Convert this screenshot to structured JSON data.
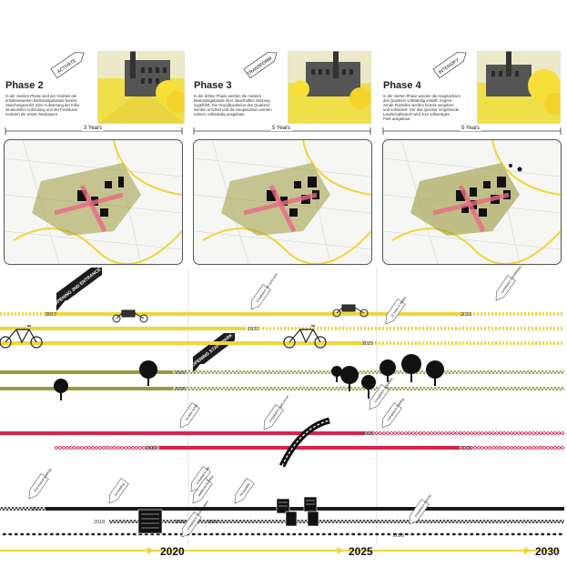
{
  "phases": [
    {
      "title": "Phase 2",
      "tag": "ACTIVATE",
      "duration": "3 Years",
      "desc": [
        "In der zweiten Phase wird der Großteil der",
        "erhaltenswerten Bestandsgebäude bereits",
        "zwischengenutzt. Eine Aufwertung der Infra-",
        "strukturellen Anbindung und der Freiräume",
        "motiviert die ersten Neubauten."
      ]
    },
    {
      "title": "Phase 3",
      "tag": "TRANSFORM",
      "duration": "5 Years",
      "desc": [
        "In der dritten Phase werden die meisten",
        "Bestandsgebäude ihrer dauerhaften Nutzung",
        "zugeführt. Die Grundbausteine des Quartiers",
        "werden errichtet und die Hauptachsen werden",
        "nahezu vollständig ausgebaut."
      ]
    },
    {
      "title": "Phase 4",
      "tag": "INTENSIFY",
      "duration": "5 Years",
      "desc": [
        "In der vierten Phase werden die Hauptachsen",
        "des Quartiers vollständig erstellt. Angren-",
        "zende Parzellen werden bereits vergeben",
        "und entwickelt. Der das Quartier umgebende",
        "Landschaftsraum wird zum vollwertigen",
        "Park ausgebaut."
      ]
    }
  ],
  "timeline": {
    "years_axis": [
      "2020",
      "2025",
      "2030"
    ],
    "markers": [
      {
        "id": "m-opening-2nd",
        "text": "OPENING 2ND ENTRANCE"
      },
      {
        "id": "m-opening-staff",
        "text": "OPENING STAFF PARK"
      }
    ],
    "year_labels": [
      "2017",
      "2022",
      "2025",
      "2028",
      "2020",
      "2020",
      "2019",
      "2025",
      "2028",
      "2017",
      "2018",
      "2020",
      "2021",
      "2025",
      "2026"
    ],
    "flags": [
      "Completion 1st cycle lane",
      "completion 2nd bikeway",
      "12 years 4 stages",
      "Completion rapid circuit",
      "Completion sidewalks",
      "1st bike rental",
      "Completion building",
      "Completion site",
      "Completion intercity",
      "first shared buildings",
      "1st building",
      "additional building",
      "Renewable",
      "Completion housing plans"
    ]
  },
  "colors": {
    "yellow": "#f5d631",
    "olive": "#9d9a3e",
    "red": "#d9234b",
    "black": "#1a1a1a",
    "timeline_axis": "#f1d53a"
  }
}
